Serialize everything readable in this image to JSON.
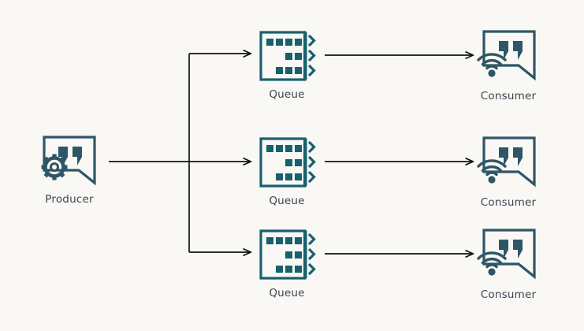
{
  "diagram": {
    "title": "Producer to Queues to Consumers fan-out",
    "background_color": "#faf8f5",
    "icon_color": "#17606e",
    "icon_color_alt": "#2e5666",
    "line_color": "#111111",
    "label_color": "#3a4450"
  },
  "producer": {
    "label": "Producer",
    "icon": "speech-bubble-gear-icon"
  },
  "queues": [
    {
      "label": "Queue",
      "icon": "queue-icon"
    },
    {
      "label": "Queue",
      "icon": "queue-icon"
    },
    {
      "label": "Queue",
      "icon": "queue-icon"
    }
  ],
  "consumers": [
    {
      "label": "Consumer",
      "icon": "speech-bubble-wifi-icon"
    },
    {
      "label": "Consumer",
      "icon": "speech-bubble-wifi-icon"
    },
    {
      "label": "Consumer",
      "icon": "speech-bubble-wifi-icon"
    }
  ],
  "connections": [
    {
      "from": "producer",
      "to": "queue-1",
      "type": "elbow-up-arrow"
    },
    {
      "from": "producer",
      "to": "queue-2",
      "type": "straight-arrow"
    },
    {
      "from": "producer",
      "to": "queue-3",
      "type": "elbow-down-arrow"
    },
    {
      "from": "queue-1",
      "to": "consumer-1",
      "type": "straight-arrow"
    },
    {
      "from": "queue-2",
      "to": "consumer-2",
      "type": "straight-arrow"
    },
    {
      "from": "queue-3",
      "to": "consumer-3",
      "type": "straight-arrow"
    }
  ]
}
